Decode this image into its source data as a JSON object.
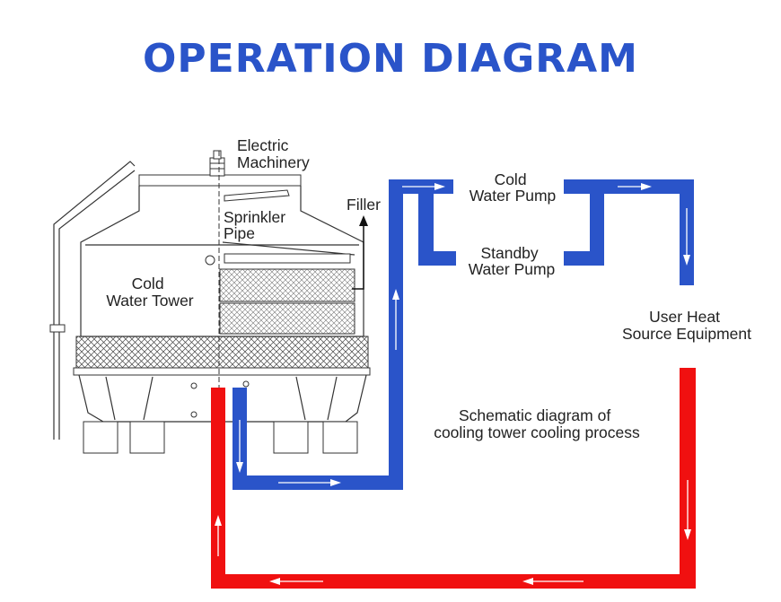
{
  "title": "OPERATION DIAGRAM",
  "labels": {
    "electric_machinery": [
      "Electric",
      "Machinery"
    ],
    "sprinkler_pipe": [
      "Sprinkler",
      "Pipe"
    ],
    "filler": "Filler",
    "cold_water_tower": [
      "Cold",
      "Water Tower"
    ],
    "cold_water_pump": [
      "Cold",
      "Water Pump"
    ],
    "standby_water_pump": [
      "Standby",
      "Water Pump"
    ],
    "user_heat_source": [
      "User Heat",
      "Source Equipment"
    ],
    "schematic_caption": [
      "Schematic diagram of",
      "cooling tower cooling process"
    ]
  },
  "colors": {
    "title": "#2a54c9",
    "cold_pipe": "#2a54c9",
    "hot_pipe": "#f01010",
    "line": "#333333"
  }
}
